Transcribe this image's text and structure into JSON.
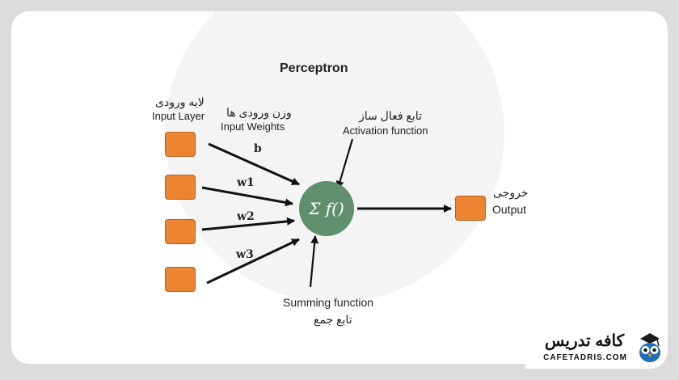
{
  "title": "Perceptron",
  "input_layer": {
    "label_fa": "لایه ورودی",
    "label_en": "Input Layer"
  },
  "input_weights": {
    "label_fa": "وزن ورودی ها",
    "label_en": "Input Weights"
  },
  "activation": {
    "label_fa": "تابع فعال ساز",
    "label_en": "Activation function"
  },
  "output": {
    "label_fa": "خروجی",
    "label_en": "Output"
  },
  "summing": {
    "label_en": "Summing function",
    "label_fa": "تابع جمع"
  },
  "neuron_symbol": "Σ f()",
  "weights": [
    "b",
    "w1",
    "w2",
    "w3"
  ],
  "brand": {
    "name_fa": "کافه تدریس",
    "domain": "CAFETADRIS.COM"
  },
  "colors": {
    "node": "#ec8432",
    "neuron": "#5f8f6c",
    "arrow": "#111111",
    "brand_blue": "#1f6fb5"
  }
}
